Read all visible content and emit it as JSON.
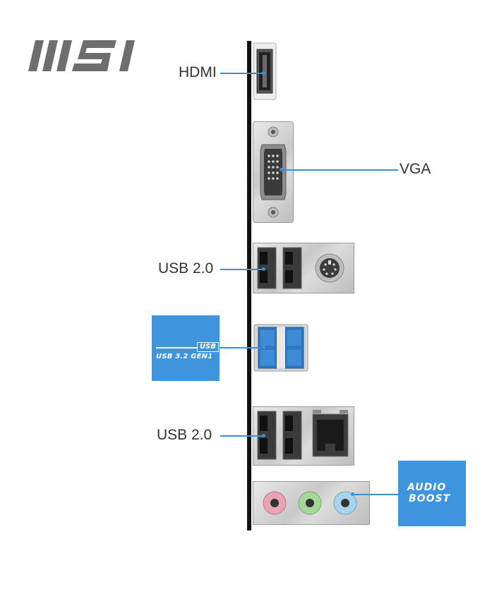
{
  "brand": {
    "logo_text": "MSI"
  },
  "ports": [
    {
      "id": "hdmi",
      "label": "HDMI"
    },
    {
      "id": "vga",
      "label": "VGA"
    },
    {
      "id": "usb2_top",
      "label": "USB 2.0"
    },
    {
      "id": "usb2_bottom",
      "label": "USB 2.0"
    }
  ],
  "badges": {
    "usb": {
      "top": "USB",
      "bottom": "USB 3.2 GEN1"
    },
    "audio": {
      "line1": "AUDIO",
      "line2": "BOOST"
    }
  },
  "colors": {
    "accent": "#3b8fd6",
    "badge_blue": "#3d96dd",
    "audio_pink": "#e9a3b4",
    "audio_green": "#a6d69a",
    "audio_blue": "#a9d3ec",
    "usb3_blue": "#2f78c4"
  }
}
